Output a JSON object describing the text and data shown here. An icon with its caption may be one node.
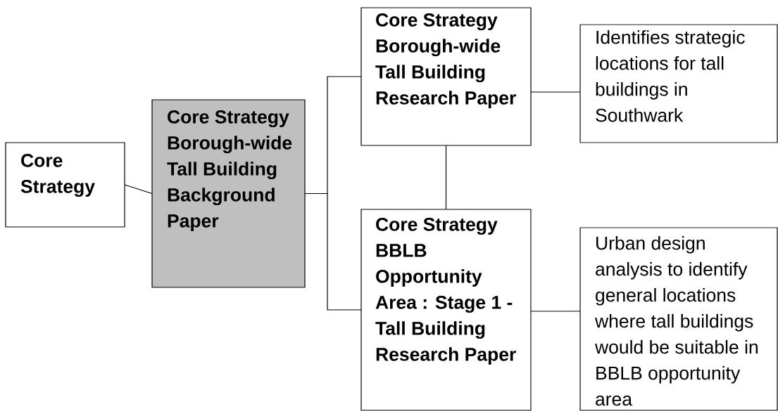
{
  "diagram": {
    "nodes": [
      {
        "text": [
          "Core Strategy"
        ]
      },
      {
        "text": [
          "Core Strategy Borough-wide Tall Building Background Paper"
        ]
      },
      {
        "text": [
          "Core Strategy Borough-wide Tall Building Research Paper"
        ]
      },
      {
        "text": [
          "Core Strategy BBLB Opportunity Area : Stage 1 - Tall Building Research Paper"
        ]
      },
      {
        "text": [
          "Identifies strategic locations for tall buildings in Southwark"
        ]
      },
      {
        "text": [
          "Urban design analysis to identify general locations where tall buildings would be suitable in BBLB opportunity area"
        ]
      }
    ],
    "edges": [
      {
        "from": 0,
        "to": 1,
        "arrow": "none"
      },
      {
        "from": 1,
        "to": 2,
        "arrow": "none"
      },
      {
        "from": 1,
        "to": 3,
        "arrow": "none"
      },
      {
        "from": 2,
        "to": 3,
        "arrow": "none"
      },
      {
        "from": 2,
        "to": 4,
        "arrow": "none"
      },
      {
        "from": 3,
        "to": 5,
        "arrow": "none"
      }
    ]
  }
}
